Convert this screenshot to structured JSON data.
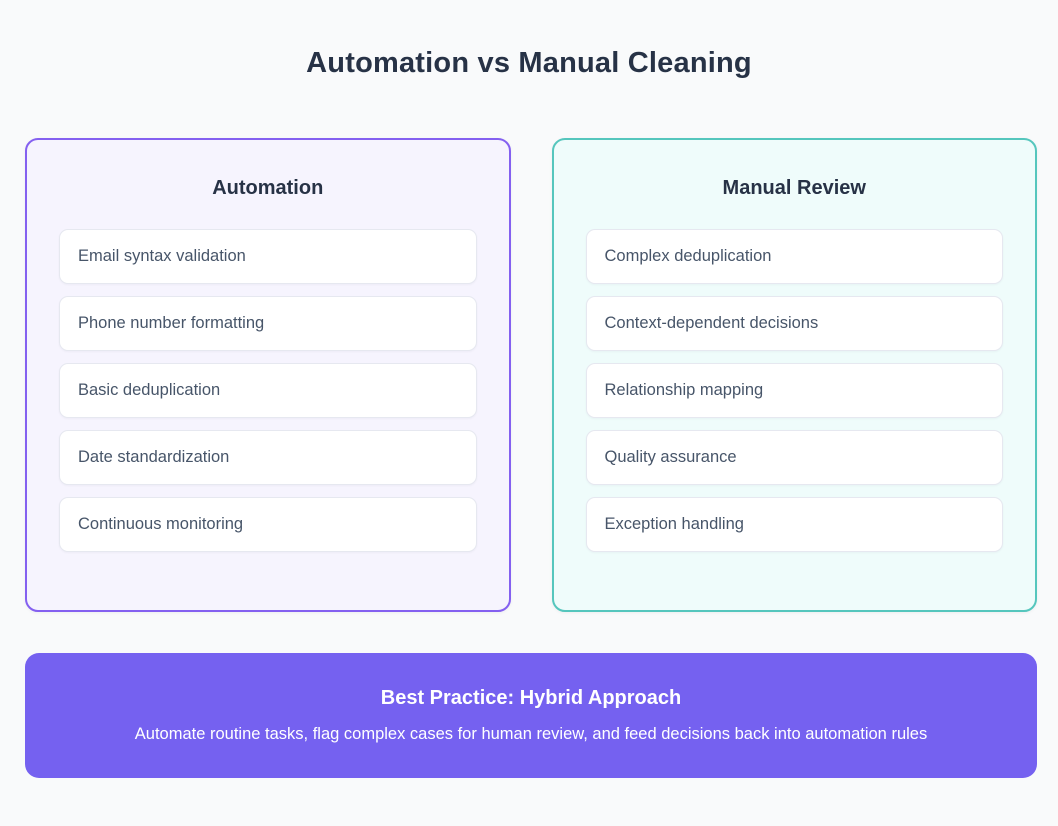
{
  "page": {
    "title": "Automation vs Manual Cleaning"
  },
  "colors": {
    "page_bg": "#f9fafb",
    "heading_text": "#273246",
    "item_text": "#475569",
    "item_bg": "#ffffff",
    "item_border": "#e6e8f0",
    "automation_border": "#8460f0",
    "automation_bg": "#f6f4fe",
    "manual_border": "#55c6bd",
    "manual_bg": "#effcfb",
    "banner_bg": "#7561f0",
    "banner_text": "#ffffff"
  },
  "panels": [
    {
      "title": "Automation",
      "items": [
        "Email syntax validation",
        "Phone number formatting",
        "Basic deduplication",
        "Date standardization",
        "Continuous monitoring"
      ]
    },
    {
      "title": "Manual Review",
      "items": [
        "Complex deduplication",
        "Context-dependent decisions",
        "Relationship mapping",
        "Quality assurance",
        "Exception handling"
      ]
    }
  ],
  "banner": {
    "title": "Best Practice: Hybrid Approach",
    "subtitle": "Automate routine tasks, flag complex cases for human review, and feed decisions back into automation rules"
  }
}
